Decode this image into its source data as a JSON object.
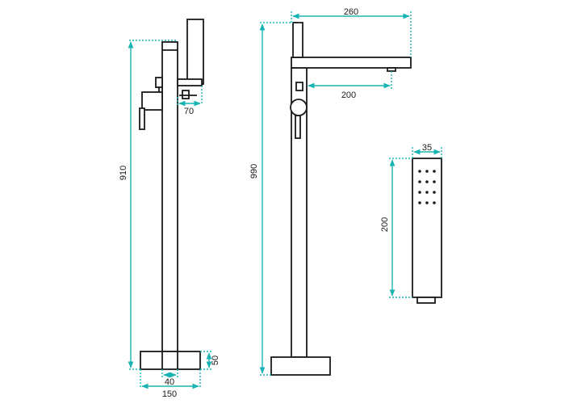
{
  "dimensions": {
    "front_total_height": "910",
    "front_handshower_offset": "70",
    "front_pipe_width": "40",
    "front_base_width": "150",
    "front_base_height": "50",
    "side_total_height": "990",
    "side_spout_length": "260",
    "side_spout_reach": "200",
    "handshower_width": "35",
    "handshower_length": "200"
  },
  "colors": {
    "outline": "#1a1a1a",
    "dimension": "#1ab3b3"
  },
  "icons": {
    "handshower_spray": "dot-grid"
  }
}
